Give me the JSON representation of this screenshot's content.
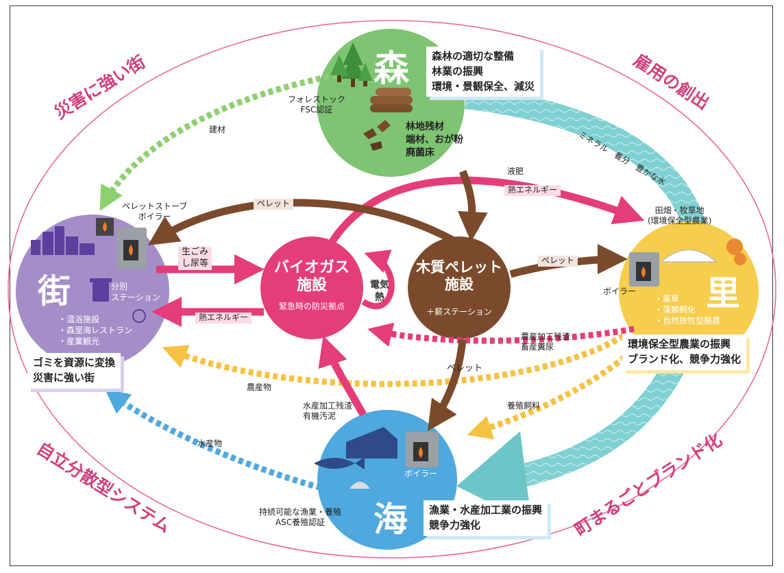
{
  "corners": {
    "top_left": "災害に強い街",
    "top_right": "雇用の創出",
    "bottom_left": "自立分散型システム",
    "bottom_right": "町まるごとブランド化"
  },
  "forest": {
    "name": "森",
    "box_lines": [
      "森林の適切な整備",
      "林業の振興",
      "環境・景観保全、減災"
    ],
    "certification_lines": [
      "フォレストック",
      "FSC認証"
    ],
    "residue_lines": [
      "林地残材",
      "端材、おが粉",
      "廃菌床"
    ]
  },
  "town": {
    "name": "街",
    "stove_lines": [
      "ペレットストーブ",
      "ボイラー"
    ],
    "sorting_lines": [
      "分別",
      "ステーション"
    ],
    "facilities": [
      "・温浴施設",
      "・森里海レストラン",
      "・産業観光"
    ],
    "box_lines": [
      "ゴミを資源に変換",
      "災害に強い街"
    ]
  },
  "village": {
    "name": "里",
    "field_lines": [
      "田畑・牧草地",
      "(環境保全型農業)"
    ],
    "boiler_label": "ボイラー",
    "products": [
      "・薬草",
      "・藻類飼化",
      "・自然放牧型酪農"
    ],
    "box_lines": [
      "環境保全型農業の振興",
      "ブランド化、競争力強化"
    ]
  },
  "sea": {
    "name": "海",
    "boiler_label": "ボイラー",
    "certification_lines": [
      "持続可能な漁業・養殖",
      "ASC養殖認証"
    ],
    "box_lines": [
      "漁業・水産加工業の振興",
      "競争力強化"
    ]
  },
  "biogas": {
    "title_lines": [
      "バイオガス",
      "施設"
    ],
    "subtitle": "緊急時の防災拠点",
    "loop_lines": [
      "電気",
      "熱"
    ]
  },
  "pellet_plant": {
    "title_lines": [
      "木質ペレット",
      "施設"
    ],
    "subtitle": "＋薪ステーション"
  },
  "flows": {
    "building_material": "建材",
    "pellet_to_town": "ペレット",
    "liquid_fertilizer": "液肥",
    "heat_energy_top": "熱エネルギー",
    "minerals": "ミネラル　養分　豊かな水",
    "garbage_lines": [
      "生ごみ",
      "し尿等"
    ],
    "heat_energy_town": "熱エネルギー",
    "pellet_to_village": "ペレット",
    "agri_residue_lines": [
      "農産加工残渣",
      "畜産糞尿"
    ],
    "pellet_to_sea": "ペレット",
    "produce": "農産物",
    "feed": "養殖飼料",
    "fish_residue_lines": [
      "水産加工残渣",
      "有機汚泥"
    ],
    "seafood": "水産物"
  },
  "colors": {
    "forest": "#7ec472",
    "town": "#a58ec7",
    "village": "#f6cd4c",
    "sea": "#4fa8de",
    "biogas": "#e43d7a",
    "pellet": "#7b4a2c",
    "water": "#6cc6c8",
    "corner_text": "#d0407d",
    "ellipse": "#e86a9a"
  }
}
